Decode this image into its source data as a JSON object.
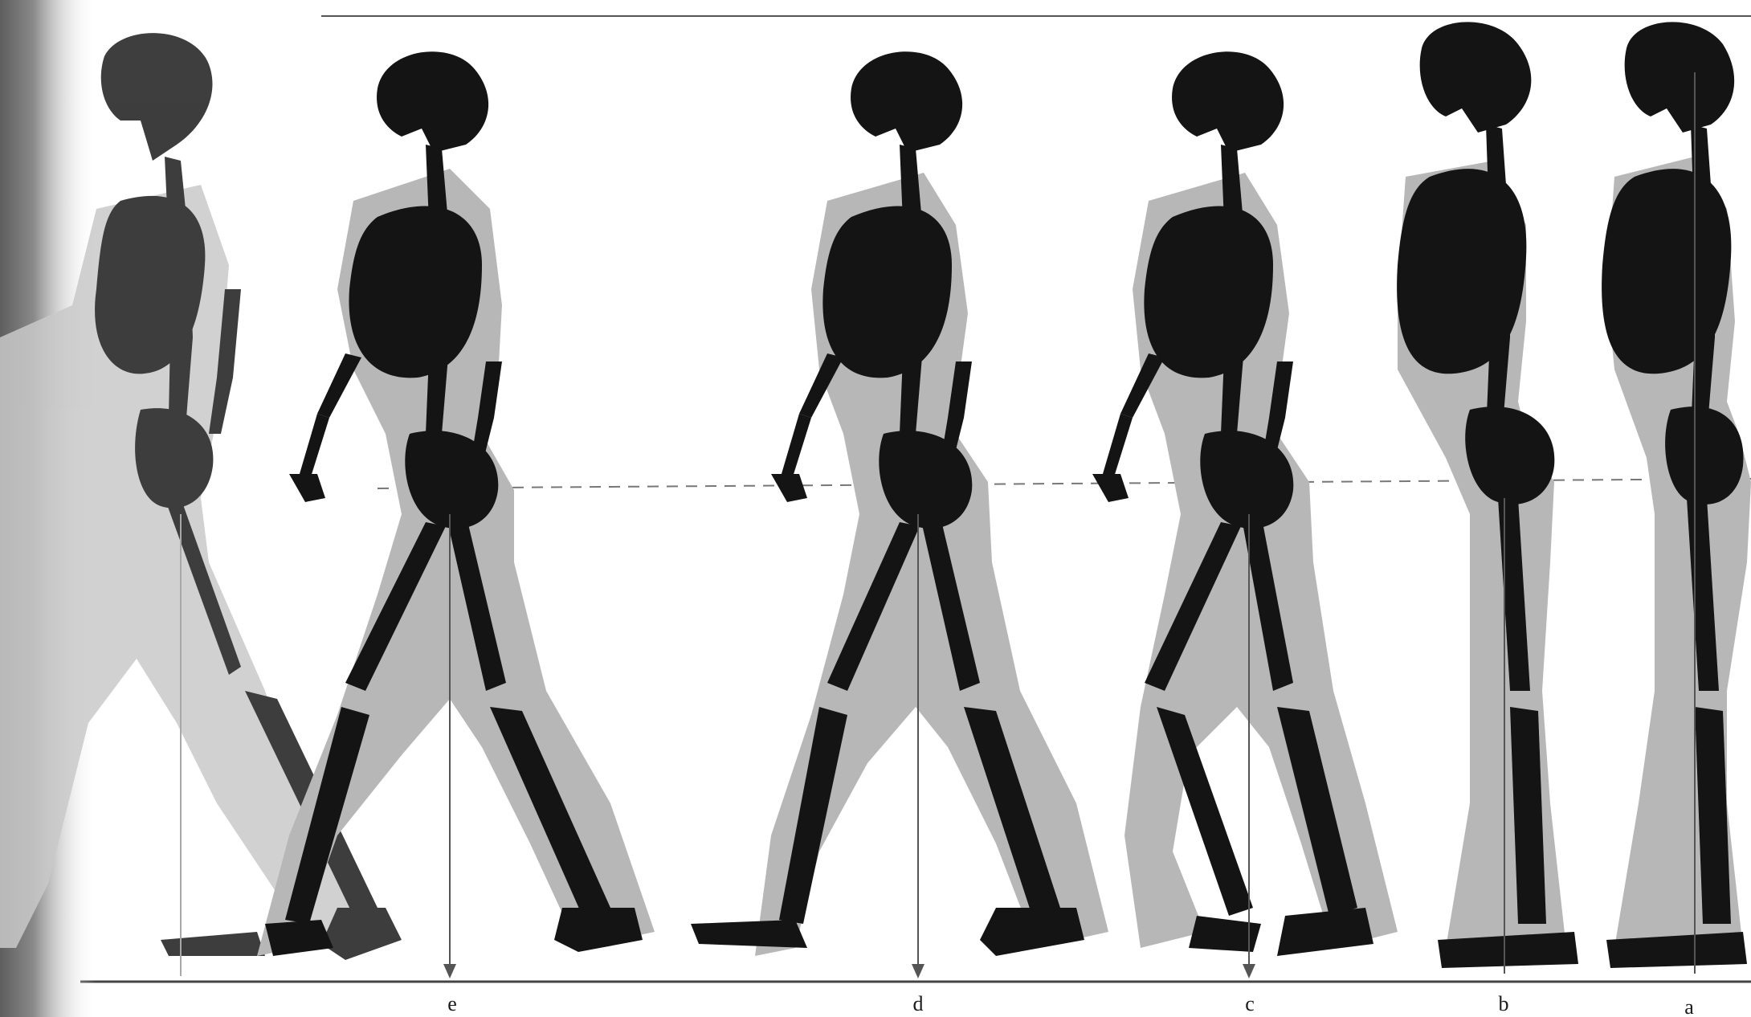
{
  "figure": {
    "stage_labels": [
      "e",
      "d",
      "c",
      "b",
      "a"
    ],
    "colors": {
      "bone": "#141414",
      "body": "#b7b7b7",
      "bone_gap": "#ffffff",
      "rule": "#555555",
      "background": "#ffffff",
      "page_edge": "#6a6a6a"
    }
  }
}
